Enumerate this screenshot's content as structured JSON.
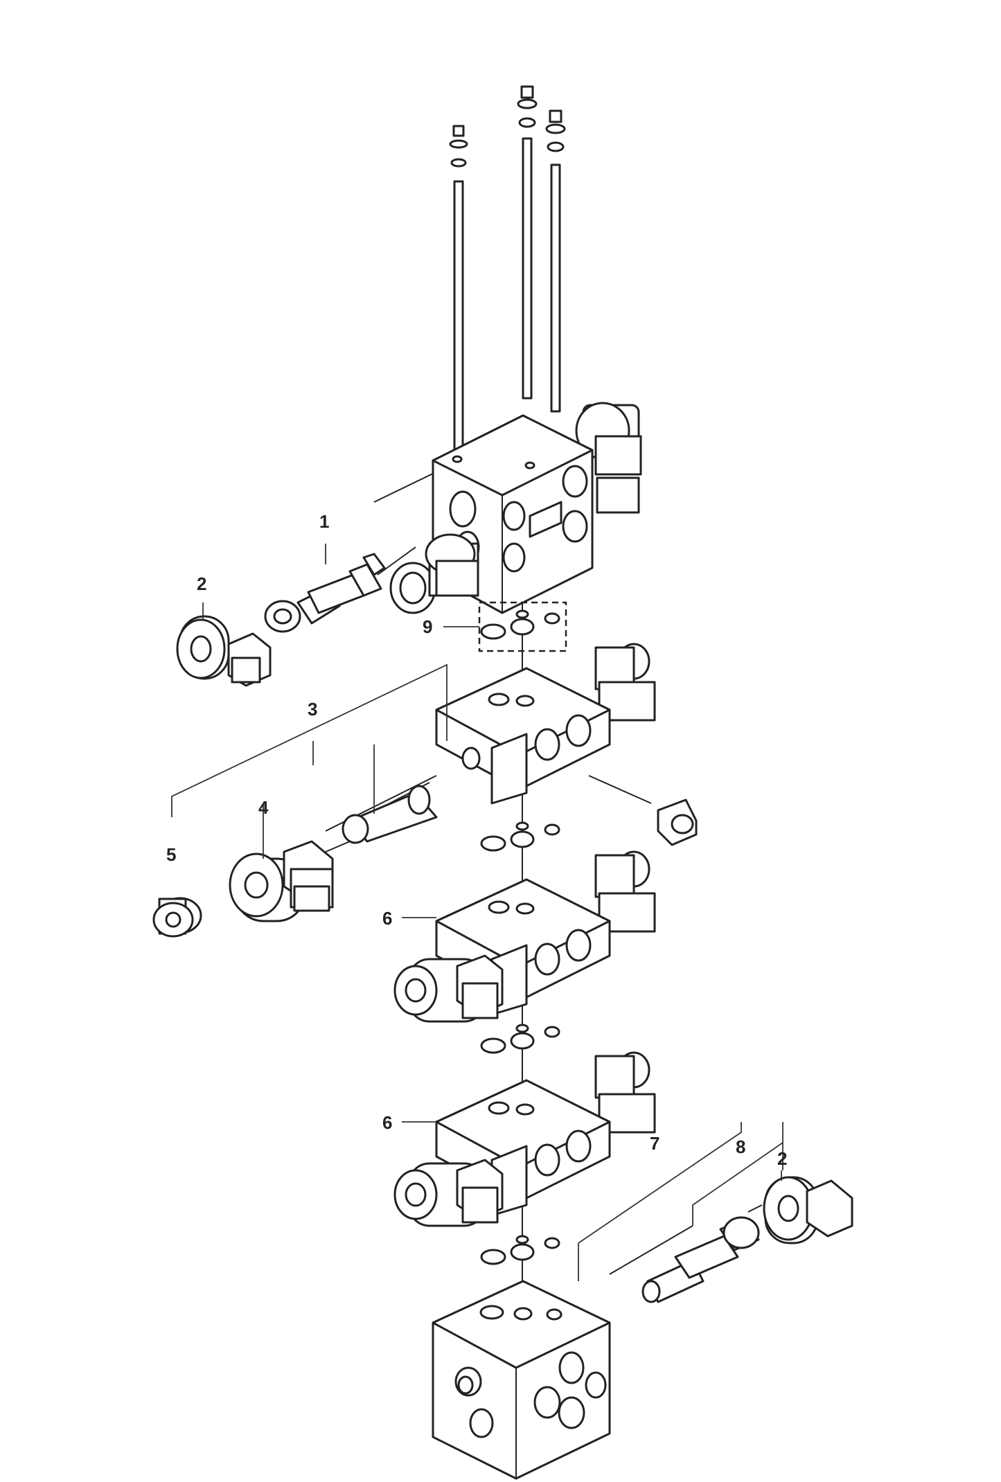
{
  "callouts": {
    "c1": "1",
    "c2a": "2",
    "c2b": "2",
    "c3": "3",
    "c4": "4",
    "c5": "5",
    "c6a": "6",
    "c6b": "6",
    "c7": "7",
    "c8": "8",
    "c9": "9"
  }
}
